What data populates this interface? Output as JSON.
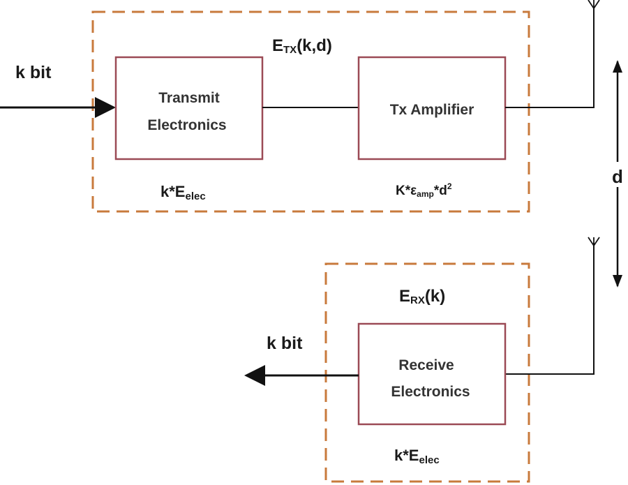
{
  "colors": {
    "dashed_border": "#c87a3c",
    "block_border": "#9b4a55",
    "line": "#111111"
  },
  "transmitter": {
    "group_label_main": "E",
    "group_label_sub": "TX",
    "group_label_args": "(k,d)",
    "input_label": "k bit",
    "electronics_line1": "Transmit",
    "electronics_line2": "Electronics",
    "amplifier_label": "Tx Amplifier",
    "elec_energy_prefix": "k*E",
    "elec_energy_sub": "elec",
    "amp_energy_prefix": "K*ε",
    "amp_energy_sub": "amp",
    "amp_energy_suffix": "*d",
    "amp_energy_sup": "2"
  },
  "distance": {
    "label": "d"
  },
  "receiver": {
    "group_label_main": "E",
    "group_label_sub": "RX",
    "group_label_args": "(k)",
    "output_label": "k bit",
    "electronics_line1": "Receive",
    "electronics_line2": "Electronics",
    "elec_energy_prefix": "k*E",
    "elec_energy_sub": "elec"
  }
}
